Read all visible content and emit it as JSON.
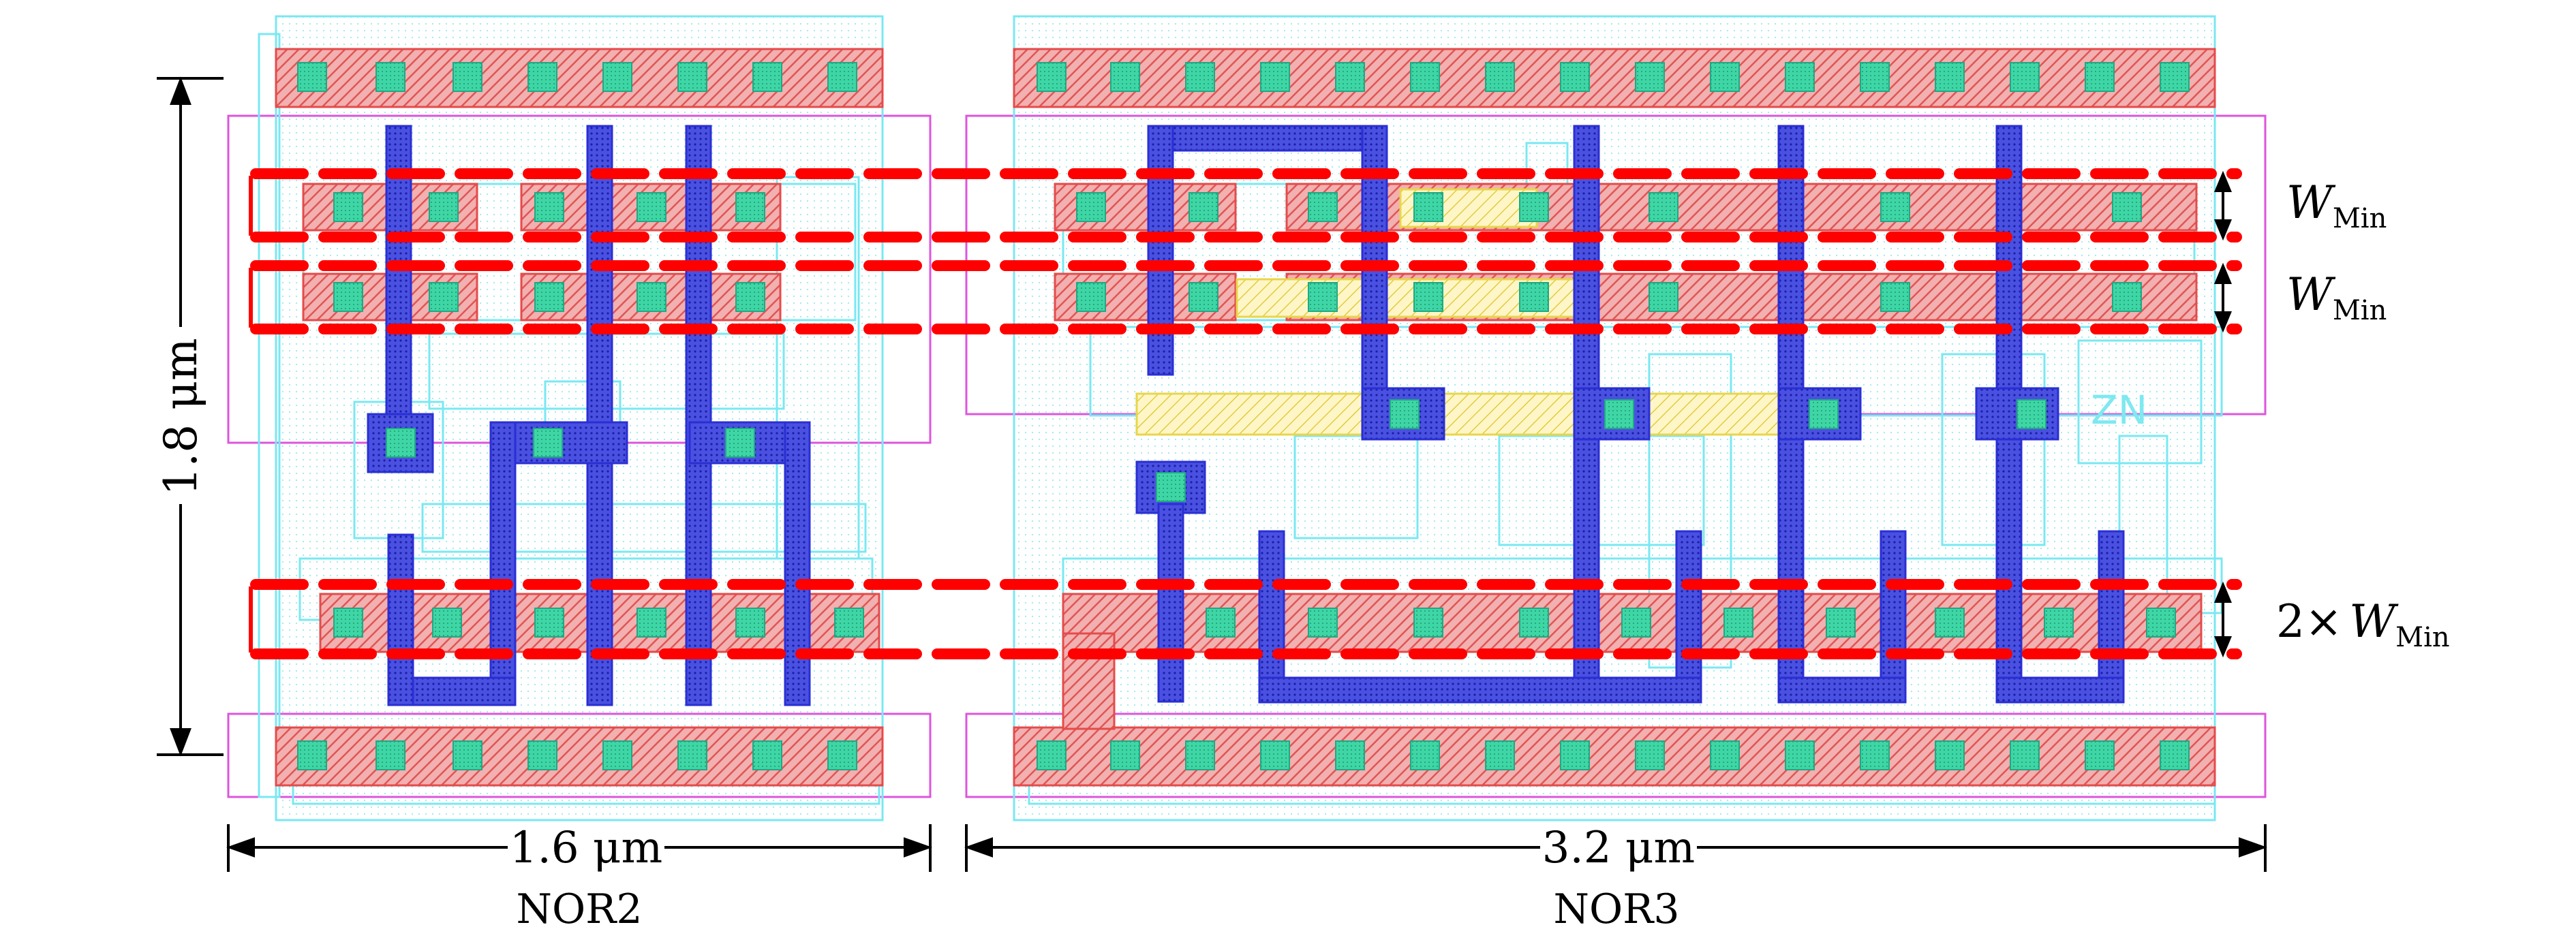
{
  "colors": {
    "metal1": "#e54b4b",
    "metal2": "#2a2fd4",
    "via": "#2ecfa0",
    "poly": "#79e8f2",
    "cell": "#dd55dd",
    "dashed": "#ff0000",
    "highlight": "#e8d64a"
  },
  "labels": {
    "height_main": "1.8 μm",
    "width_left_main": "1.6 μm",
    "width_right_main": "3.2 μm",
    "cell_left": "NOR2",
    "cell_right": "NOR3",
    "wmin_1_W": "W",
    "wmin_1_sub": "Min",
    "wmin_2_W": "W",
    "wmin_2_sub": "Min",
    "wmin_3_prefix": "2×",
    "wmin_3_W": "W",
    "wmin_3_sub": "Min",
    "pin_zn": "ZN"
  }
}
